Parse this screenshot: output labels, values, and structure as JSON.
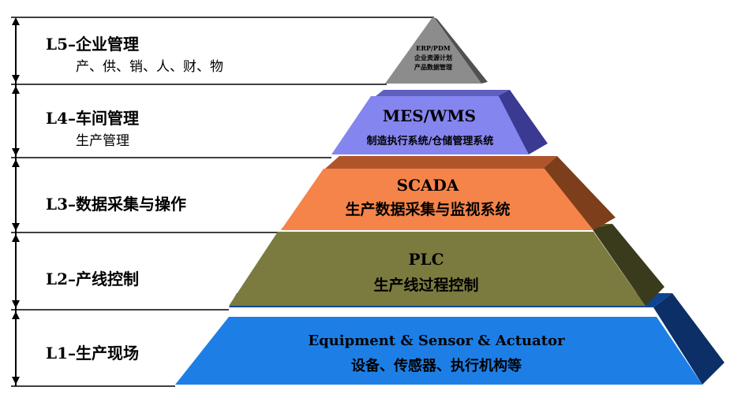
{
  "levels": [
    {
      "id": "l5",
      "title": "L5–企业管理",
      "subtitle": "产、供、销、人、财、物"
    },
    {
      "id": "l4",
      "title": "L4–车间管理",
      "subtitle": "生产管理"
    },
    {
      "id": "l3",
      "title": "L3–数据采集与操作",
      "subtitle": ""
    },
    {
      "id": "l2",
      "title": "L2–产线控制",
      "subtitle": ""
    },
    {
      "id": "l1",
      "title": "L1–生产现场",
      "subtitle": ""
    }
  ],
  "tiers": [
    {
      "id": "erp",
      "lines": [
        "ERP/PDM",
        "企业资源计划",
        "产品数据管理"
      ],
      "colors": {
        "front": "#8c8c8c",
        "side": "#505050",
        "top": "#6e6e6e"
      }
    },
    {
      "id": "mes",
      "lines": [
        "MES/WMS",
        "制造执行系统/仓储管理系统"
      ],
      "colors": {
        "front": "#8585ef",
        "side": "#3a3a92",
        "top": "#5f5fc2"
      }
    },
    {
      "id": "scada",
      "lines": [
        "SCADA",
        "生产数据采集与监视系统"
      ],
      "colors": {
        "front": "#f5844a",
        "side": "#7d3e1b",
        "top": "#b0552a"
      }
    },
    {
      "id": "plc",
      "lines": [
        "PLC",
        "生产线过程控制"
      ],
      "colors": {
        "front": "#7b7b3f",
        "side": "#3a3a1c",
        "top": "#5a5a2c"
      }
    },
    {
      "id": "field",
      "lines": [
        "Equipment & Sensor & Actuator",
        "设备、传感器、执行机构等"
      ],
      "colors": {
        "front": "#1d7fe6",
        "side": "#0b2f66",
        "top": "#0f4590"
      }
    }
  ]
}
